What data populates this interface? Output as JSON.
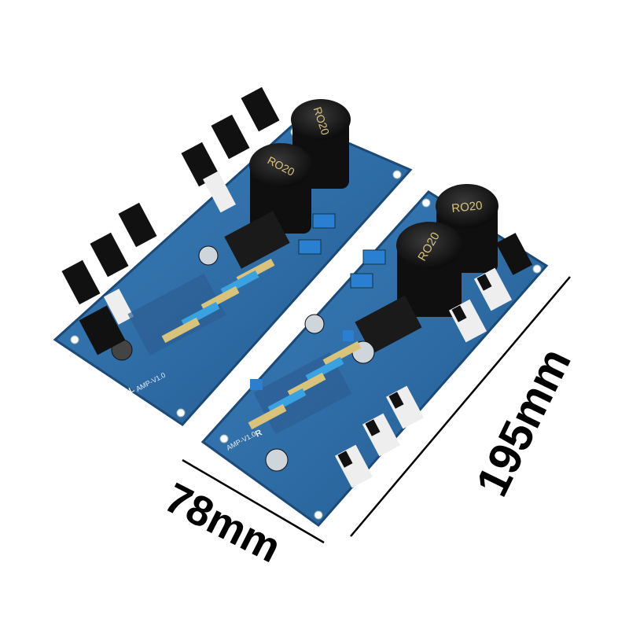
{
  "image": {
    "background": "#ffffff",
    "pcb_color": "#2f6fa8",
    "pcb_edge": "#1f4f80",
    "capacitor_color": "#111111",
    "capacitor_text_color": "#d9c37a"
  },
  "boards": {
    "left": {
      "cap_labels": [
        "RO20",
        "RO20"
      ],
      "silkscreen": "AMP-V1.0",
      "channel": "L"
    },
    "right": {
      "cap_labels": [
        "RO20",
        "RO20"
      ],
      "silkscreen": "AMP-V1.0",
      "channel": "R"
    }
  },
  "dimensions": {
    "width_label": "78mm",
    "length_label": "195mm"
  }
}
